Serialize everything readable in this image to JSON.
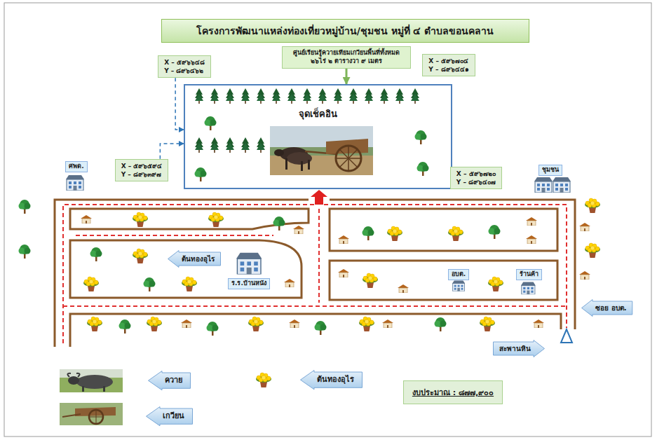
{
  "diagram": {
    "title": "โครงการพัฒนาแหล่งท่องเที่ยวหมู่บ้าน/ชุมชน หมู่ที่ ๔ ตำบลขอนคลาน",
    "nodes": [
      {
        "text": [
          "ศูนย์เรียนรู้ควายเทียมเกวียนพื้นที่ทั้งหมด ๒๖ไร่ ๒ ตารางวา ๙ เมตร"
        ]
      },
      {
        "text": [
          "X – ๕๙๖๖๔๘",
          "Y – ๘๙๖๔๖๒"
        ]
      },
      {
        "text": [
          "X – ๕๙๖๗๐๔",
          "Y – ๘๙๖๔๔๑"
        ]
      },
      {
        "text": [
          "จุดเช็คอิน"
        ]
      },
      {
        "text": [
          "X – ๕๙๖๕๙๔",
          "Y – ๘๙๖๓๙๗"
        ]
      },
      {
        "text": [
          "X – ๕๙๖๗๒๐",
          "Y – ๘๙๖๔๐๗"
        ]
      },
      {
        "text": [
          "ศพด."
        ]
      },
      {
        "text": [
          "ชุมชน"
        ]
      },
      {
        "text": [
          "ต้นทองอุไร"
        ]
      },
      {
        "text": [
          "ร.ร.บ้านหนัง"
        ]
      },
      {
        "text": [
          "อบต."
        ]
      },
      {
        "text": [
          "ร้านค้า"
        ]
      },
      {
        "text": [
          "ซอย อบต."
        ]
      },
      {
        "text": [
          "สะพานหิน"
        ]
      },
      {
        "text": [
          "ควาย"
        ]
      },
      {
        "text": [
          "ต้นทองอุไร"
        ]
      },
      {
        "text": [
          "เกวียน"
        ]
      },
      {
        "text": [
          "งบประมาณ : ๘๗๗,๙๐๐"
        ]
      }
    ],
    "edges": [
      {
        "from": 0,
        "to": 3,
        "arrow": "to"
      },
      {
        "from": 1,
        "to": 3,
        "arrow": "to"
      },
      {
        "from": 4,
        "to": 3,
        "arrow": "to"
      }
    ]
  }
}
